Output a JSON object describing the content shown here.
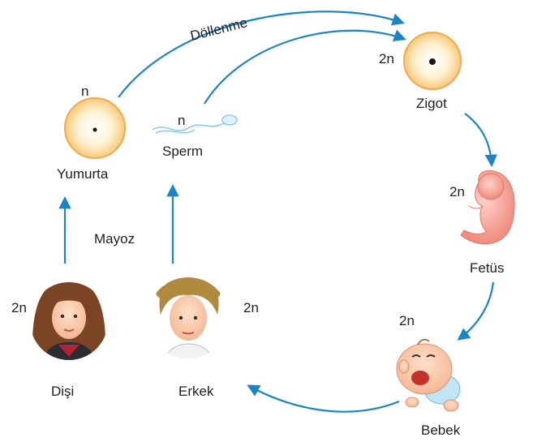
{
  "diagram": {
    "fertilization_label": "Döllenme",
    "meiosis_label": "Mayoz",
    "nodes": {
      "egg": {
        "label": "Yumurta",
        "ploidy": "n"
      },
      "sperm": {
        "label": "Sperm",
        "ploidy": "n"
      },
      "zygote": {
        "label": "Zigot",
        "ploidy": "2n"
      },
      "fetus": {
        "label": "Fetüs",
        "ploidy": "2n"
      },
      "baby": {
        "label": "Bebek",
        "ploidy": "2n"
      },
      "male": {
        "label": "Erkek",
        "ploidy": "2n"
      },
      "female": {
        "label": "Dişi",
        "ploidy": "2n"
      }
    },
    "colors": {
      "arrow": "#1b84c4",
      "cell_fill": "#fde7b0",
      "cell_stroke": "#f2a94a",
      "nucleus": "#1a1a1a"
    }
  }
}
